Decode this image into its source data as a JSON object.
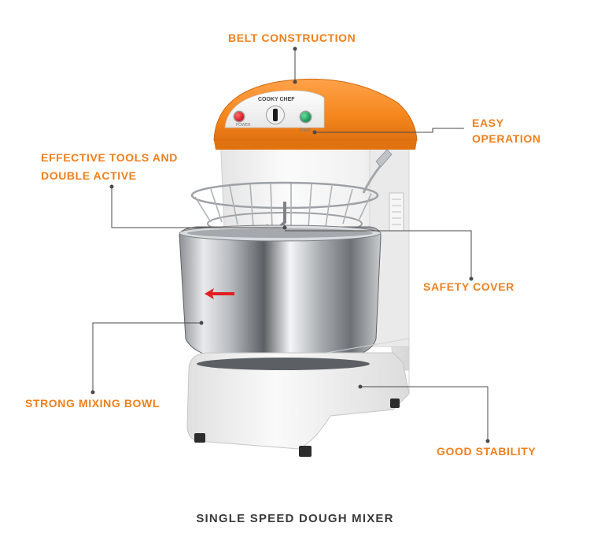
{
  "labels": {
    "belt_construction": "BELT CONSTRUCTION",
    "easy_operation_line1": "EASY",
    "easy_operation_line2": "OPERATION",
    "effective_tools_line1": "EFFECTIVE TOOLS AND",
    "effective_tools_line2": "DOUBLE ACTIVE",
    "safety_cover": "SAFETY COVER",
    "strong_mixing_bowl": "STRONG MIXING BOWL",
    "good_stability": "GOOD STABILITY"
  },
  "caption": "SINGLE SPEED DOUGH MIXER",
  "control_panel": {
    "brand": "COOKY CHEF",
    "power_label": "POWER",
    "start_label": "START"
  },
  "colors": {
    "accent_orange": "#f07f1c",
    "callout_line": "#4a4a4a",
    "power_button": "#d8202a",
    "start_button": "#1f9e5a",
    "bowl_arrow": "#e02020"
  },
  "icons": {
    "power_button": "power-button-icon",
    "start_button": "start-button-icon",
    "speed_knob": "knob-icon",
    "direction_arrow": "arrow-left-icon"
  }
}
